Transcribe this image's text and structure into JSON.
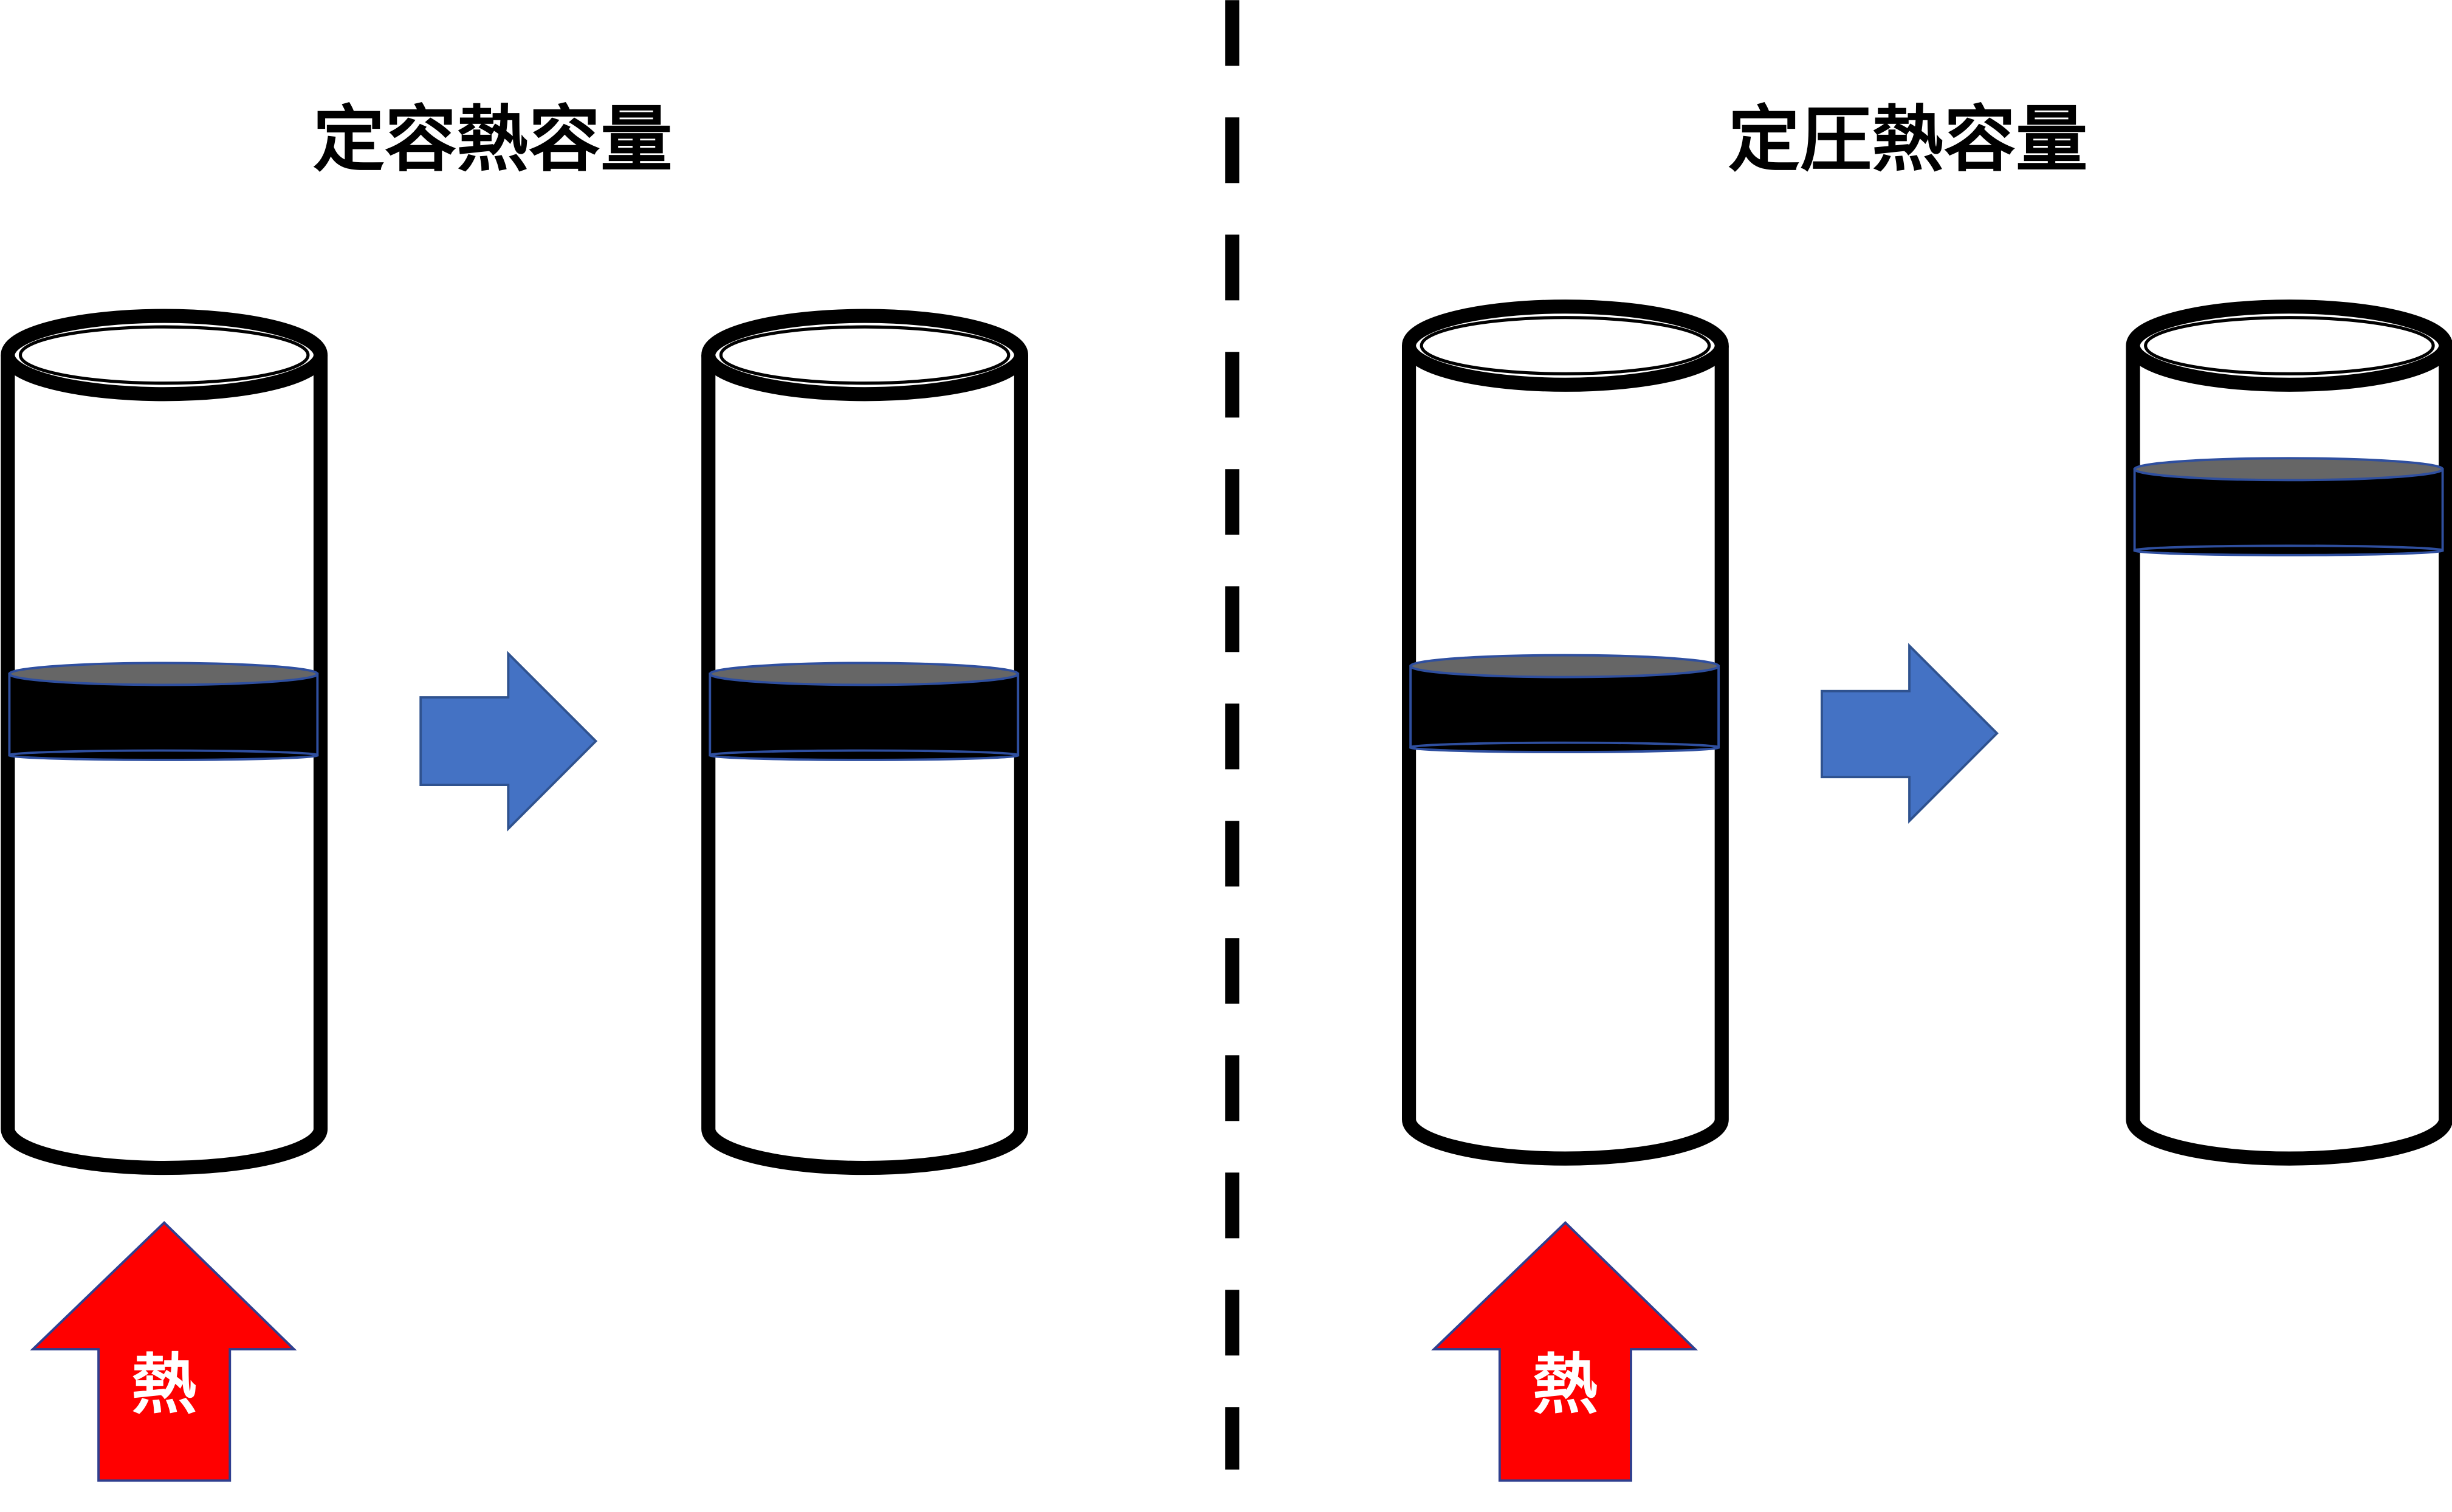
{
  "titles": {
    "constant_volume": "定容熱容量",
    "constant_pressure": "定圧熱容量"
  },
  "heat_labels": [
    "熱",
    "熱"
  ],
  "colors": {
    "process_arrow": "#4472c4",
    "heat_arrow": "#ff0000",
    "heat_arrow_border": "#2f3f8f",
    "piston": "#000000",
    "piston_top": "#666666",
    "cylinder_stroke": "#000000",
    "divider": "#000000"
  }
}
